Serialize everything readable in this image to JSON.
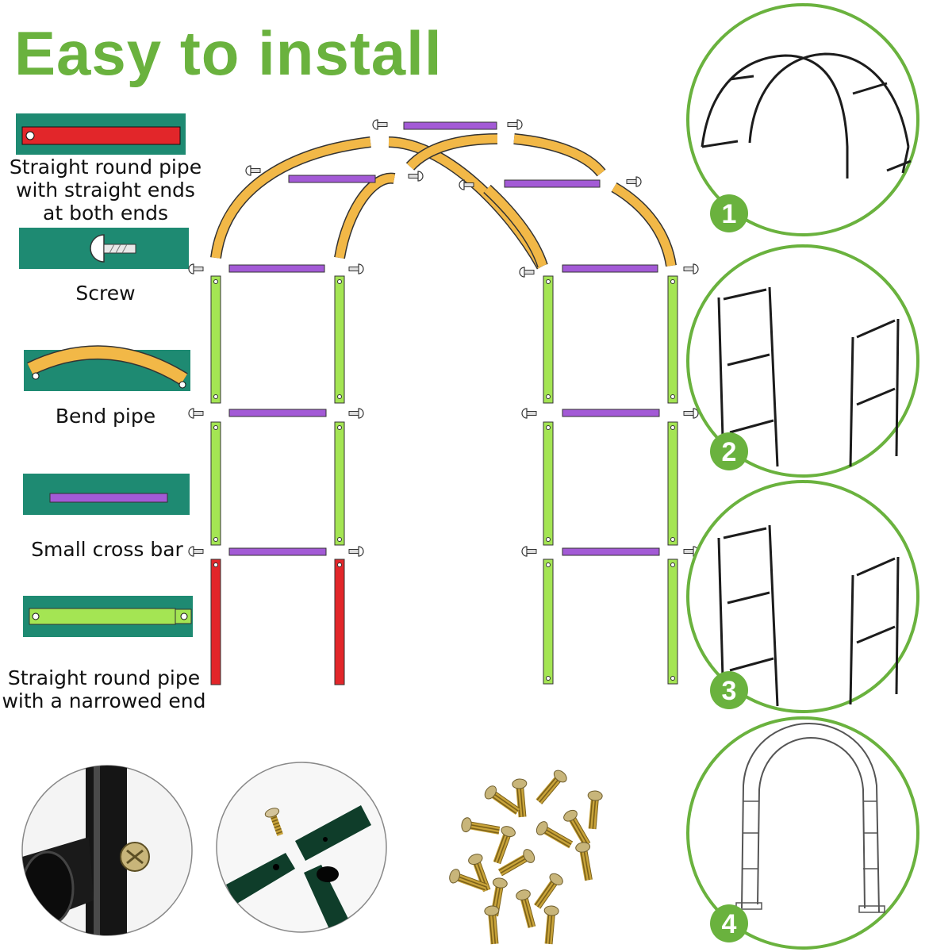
{
  "title": "Easy to install",
  "colors": {
    "title": "#6ab23e",
    "panel": "#1e8a72",
    "straight_pipe": "#e2262a",
    "bend_pipe": "#f2b847",
    "cross_bar": "#a35ad6",
    "narrowed_pipe": "#a4e553",
    "step_ring": "#6ab23e",
    "frame": "#1c1c1c"
  },
  "legend": [
    {
      "label_lines": [
        "Straight round pipe",
        "with straight ends",
        "at both ends"
      ],
      "icon": "straight-pipe-icon"
    },
    {
      "label_lines": [
        "Screw"
      ],
      "icon": "screw-icon"
    },
    {
      "label_lines": [
        "Bend pipe"
      ],
      "icon": "bend-pipe-icon"
    },
    {
      "label_lines": [
        "Small cross bar"
      ],
      "icon": "cross-bar-icon"
    },
    {
      "label_lines": [
        "Straight round pipe",
        "with a narrowed end"
      ],
      "icon": "narrowed-pipe-icon"
    }
  ],
  "steps": [
    "1",
    "2",
    "3",
    "4"
  ],
  "photos": [
    "pipe-joint-screw-photo",
    "pipe-connection-photo",
    "screws-pile-photo"
  ]
}
